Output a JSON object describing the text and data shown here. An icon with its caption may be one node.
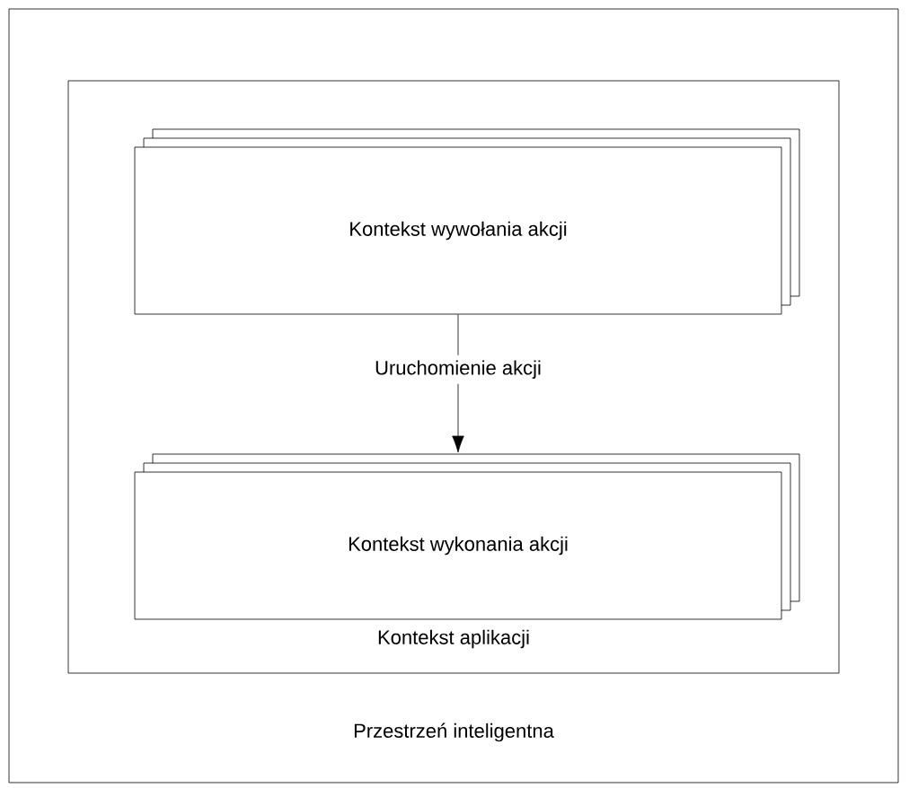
{
  "diagram": {
    "nodes": [
      {
        "text": [
          "Przestrzeń inteligentna"
        ]
      },
      {
        "text": [
          "Kontekst aplikacji"
        ],
        "in": 0
      },
      {
        "text": [
          "Kontekst wywołania akcji"
        ],
        "in": 1
      },
      {
        "text": [
          "Kontekst wykonania akcji"
        ],
        "in": 1
      }
    ],
    "edges": [
      {
        "from": 2,
        "to": 3,
        "arrow": "to",
        "label": "Uruchomienie akcji"
      }
    ]
  }
}
